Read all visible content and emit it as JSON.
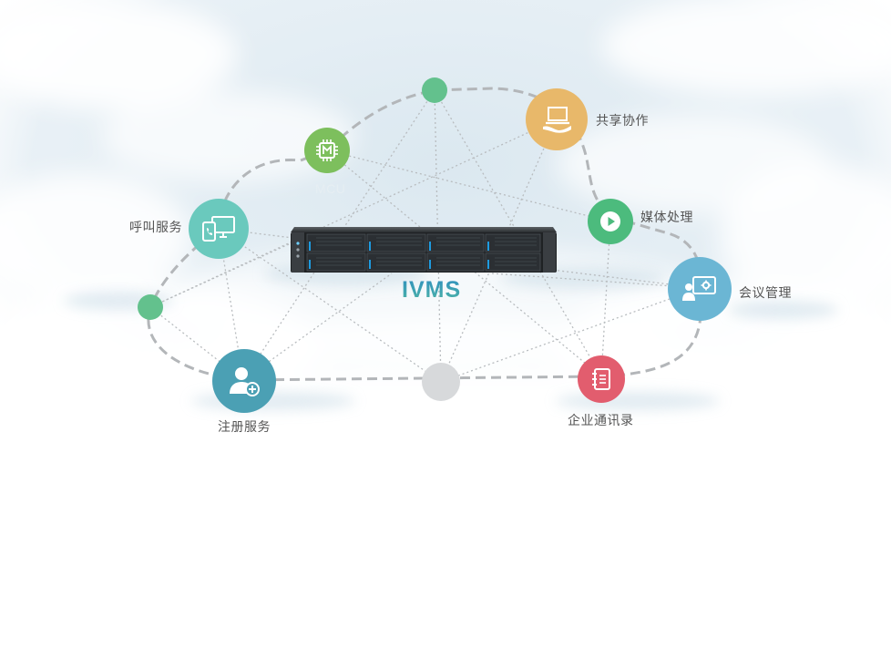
{
  "diagram": {
    "center_title": "IVMS",
    "nodes": {
      "mcu": {
        "label": "MCU",
        "color": "#7dbf5d",
        "icon": "chip-icon"
      },
      "share": {
        "label": "共享协作",
        "color": "#e8b86a",
        "icon": "laptop-hand-icon"
      },
      "media": {
        "label": "媒体处理",
        "color": "#4cbb7d",
        "icon": "play-icon"
      },
      "conference": {
        "label": "会议管理",
        "color": "#6bb6d4",
        "icon": "presenter-settings-icon"
      },
      "call": {
        "label": "呼叫服务",
        "color": "#6ac9bd",
        "icon": "phone-screen-icon"
      },
      "register": {
        "label": "注册服务",
        "color": "#4ba0b4",
        "icon": "user-add-icon"
      },
      "addressbook": {
        "label": "企业通讯录",
        "color": "#e25d6e",
        "icon": "address-book-icon"
      }
    },
    "dot_colors": {
      "green": "#63c18d",
      "gray": "#d7d9db"
    },
    "line_color": "#b8bcbf"
  }
}
